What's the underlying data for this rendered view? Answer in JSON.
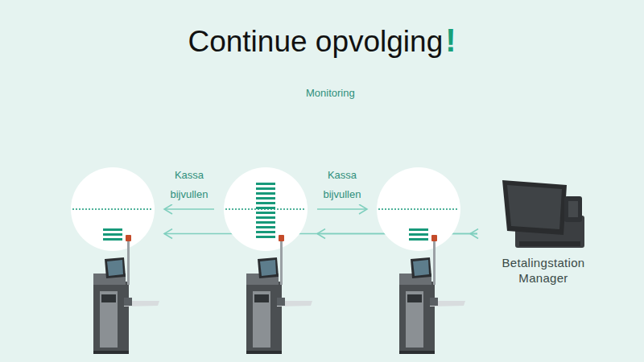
{
  "diagram": {
    "title": "Continue opvolging",
    "nodes": [
      {
        "text": []
      },
      {
        "text": []
      },
      {
        "text": []
      },
      {
        "text": [
          "Betalingstation Manager"
        ]
      }
    ],
    "edges": [
      {
        "from": 3,
        "to": 0,
        "arrow": "to"
      },
      {
        "from": 3,
        "to": 1,
        "arrow": "to",
        "label": "Monitoring"
      },
      {
        "from": 3,
        "to": 2,
        "arrow": "to"
      },
      {
        "from": 1,
        "to": 0,
        "arrow": "to",
        "label": "Kassa bijvullen"
      },
      {
        "from": 1,
        "to": 2,
        "arrow": "to",
        "label": "Kassa bijvullen"
      }
    ],
    "labels": [
      "!"
    ]
  }
}
